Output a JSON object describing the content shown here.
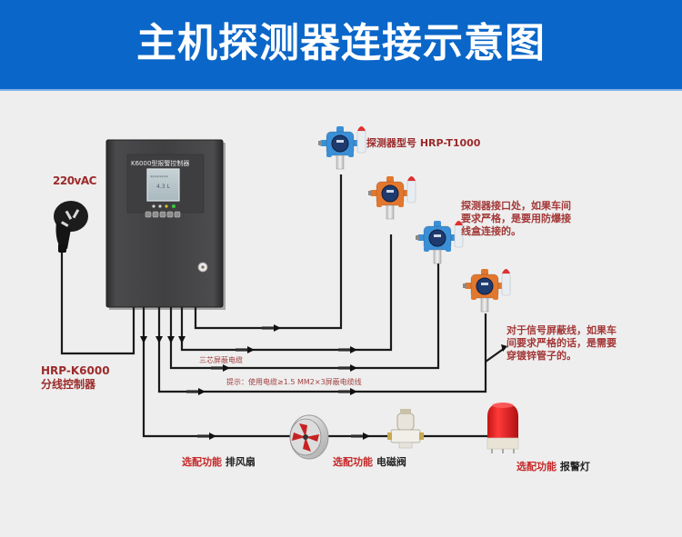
{
  "header": {
    "title": "主机探测器连接示意图",
    "background_color": "#0a66c8"
  },
  "power": {
    "label": "220vAC",
    "icon": "power-plug-icon"
  },
  "controller": {
    "panel_title": "K6000型报警控制器",
    "screen_line1": "********",
    "screen_line2": "4.3 L",
    "indicator_colors": [
      "#cccccc",
      "#cccccc",
      "#e0c030",
      "#37c837"
    ],
    "key_count": 5,
    "label_line1": "HRP-K6000",
    "label_line2": "分线控制器"
  },
  "detectors": [
    {
      "name": "detector-1",
      "color": "#3a8fd6",
      "label": "探测器型号 HRP-T1000"
    },
    {
      "name": "detector-2",
      "color": "#e2772e",
      "label": ""
    },
    {
      "name": "detector-3",
      "color": "#3a8fd6",
      "label": ""
    },
    {
      "name": "detector-4",
      "color": "#e2772e",
      "label": ""
    }
  ],
  "notes": {
    "interface_note": "探测器接口处，如果车间要求严格，是要用防爆接线盒连接的。",
    "shield_note": "对于信号屏蔽线，如果车间要求严格的话，是需要穿镀锌管子的。"
  },
  "cables": {
    "three_core_label": "三芯屏蔽电缆",
    "tip_label": "提示：使用电缆≥1.5 MM2×3屏蔽电缆线"
  },
  "optional_devices": [
    {
      "prefix": "选配功能",
      "name": "排风扇",
      "icon": "exhaust-fan-icon"
    },
    {
      "prefix": "选配功能",
      "name": "电磁阀",
      "icon": "solenoid-valve-icon"
    },
    {
      "prefix": "选配功能",
      "name": "报警灯",
      "icon": "alarm-light-icon"
    }
  ]
}
